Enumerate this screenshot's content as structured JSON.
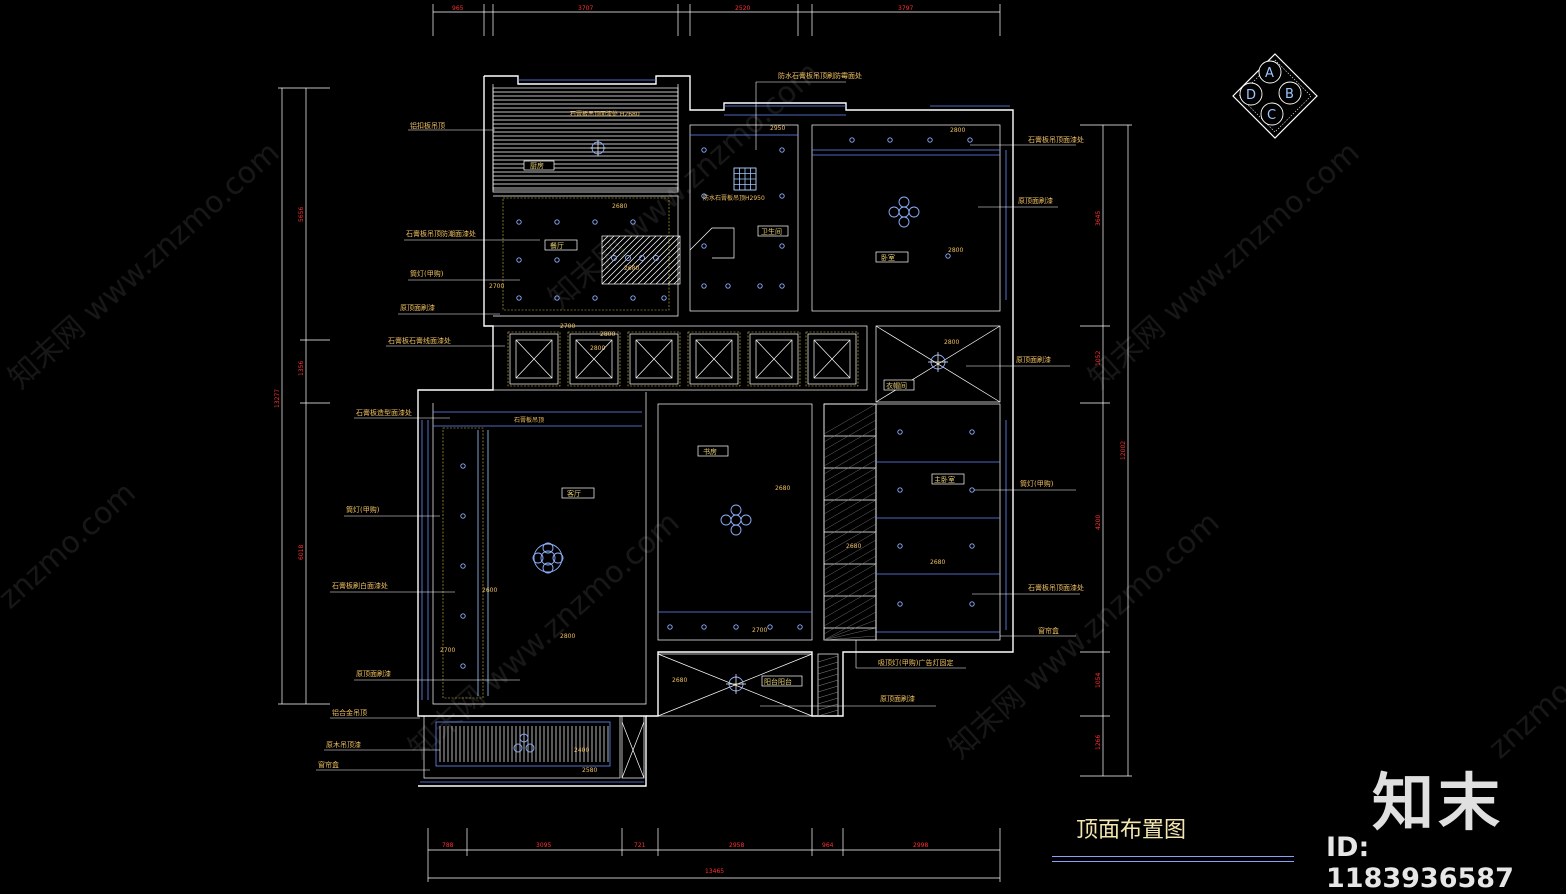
{
  "drawing": {
    "title": "顶面布置图",
    "watermark_brand": "知末",
    "watermark_id": "ID: 1183936587",
    "watermark_repeat": [
      "知末网 www.znzmo.com",
      "znzmo.com"
    ],
    "compass": {
      "a": "A",
      "b": "B",
      "c": "C",
      "d": "D"
    }
  },
  "dimensions": {
    "top": [
      "965",
      "3707",
      "2520",
      "3797"
    ],
    "bottom": [
      "788",
      "3095",
      "721",
      "2958",
      "964",
      "2998"
    ],
    "bottom_total": "13465",
    "left": [
      "5656",
      "1356",
      "6018"
    ],
    "left_total": "13277",
    "right": [
      "3645",
      "1052",
      "4200",
      "1054",
      "1266"
    ],
    "right_total": "12002"
  },
  "rooms": {
    "kitchen_top": "厨房",
    "dining": "餐厅",
    "bath1": "卫生间",
    "bedroom1": "卧室",
    "aisle": "衣帽间",
    "living": "客厅",
    "study": "书房",
    "master": "主卧室",
    "balcony": "阳台阳台"
  },
  "elevations": {
    "e1": "2680",
    "e2": "2680",
    "e3": "2800",
    "e4": "2950",
    "e5": "2800",
    "e6": "2800",
    "e7": "2700",
    "e8": "2800",
    "e9": "2800",
    "e10": "2680",
    "e11": "2600",
    "e12": "2700",
    "e13": "2800",
    "e14": "2680",
    "e15": "2700",
    "e16": "2400",
    "e17": "2680",
    "e18": "2580"
  },
  "annotations_left": {
    "a1": "铝扣板吊顶",
    "a2": "石膏板吊顶防潮面漆处",
    "a3": "筒灯(甲购)",
    "a4": "原顶面刷漆",
    "a5": "石膏板石膏线面漆处",
    "a6": "石膏板造型面漆处",
    "a7": "筒灯(甲购)",
    "a8": "石膏板刷白面漆处",
    "a9": "原顶面刷漆",
    "a10": "铝合金吊顶",
    "a11": "原木吊顶漆",
    "a12": "窗帘盒"
  },
  "annotations_right": {
    "b1": "防水石膏板吊顶刷防霉面处",
    "b2": "石膏板吊顶面漆处",
    "b3": "原顶面刷漆",
    "b4": "原顶面刷漆",
    "b5": "筒灯(甲购)",
    "b6": "石膏板吊顶面漆处",
    "b7": "窗帘盒",
    "b8": "吸顶灯(甲购)广告灯固定",
    "b9": "原顶面刷漆"
  },
  "small_notes": {
    "n1": "石膏板吊顶面漆处 H2680",
    "n2": "防水石膏板吊顶H2950",
    "n3": "石膏板吊顶"
  }
}
